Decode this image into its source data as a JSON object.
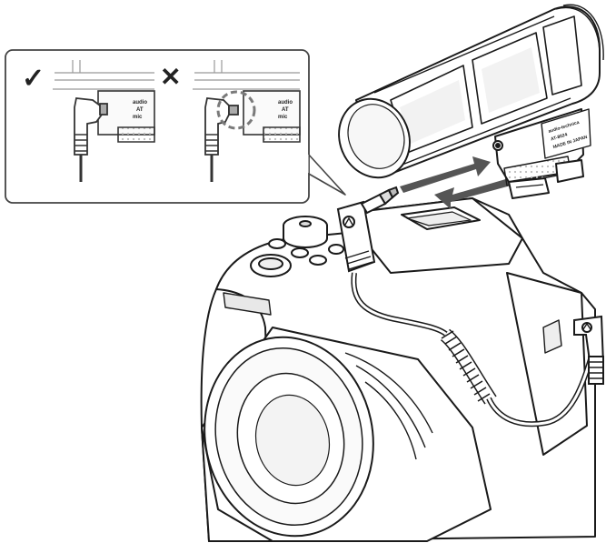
{
  "inset": {
    "correct_mark": "✓",
    "incorrect_mark": "✕",
    "correct_label_lines": [
      "audio",
      "AT",
      "mic"
    ],
    "incorrect_label_lines": [
      "audio",
      "AT",
      "mic"
    ]
  },
  "microphone": {
    "brand": "audio-technica",
    "model": "AT-8024",
    "origin": "MADE IN JAPAN"
  },
  "icons": {
    "check": "check-icon",
    "cross": "cross-icon",
    "brand_logo": "audio-technica-logo-icon"
  },
  "colors": {
    "line": "#1a1a1a",
    "arrow": "#555555",
    "inset_border": "#444444",
    "highlight": "#7a7a7a"
  }
}
